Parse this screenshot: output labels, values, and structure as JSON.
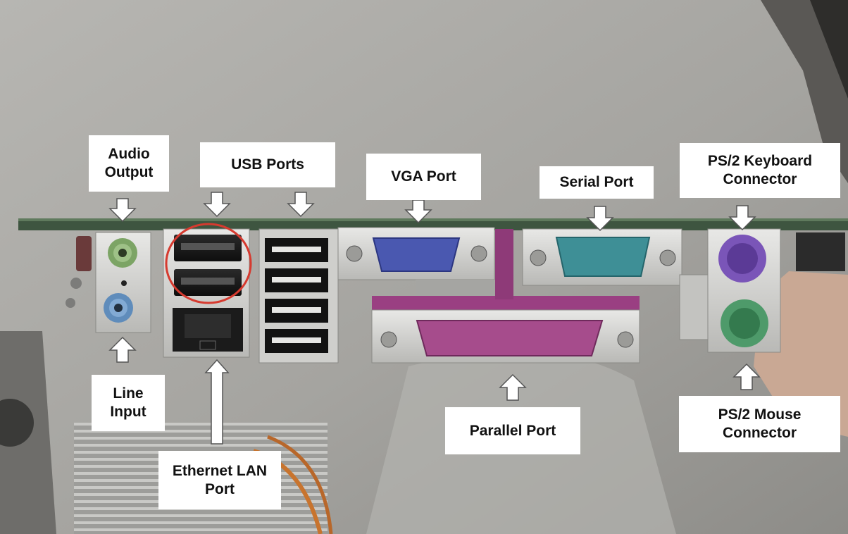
{
  "labels": {
    "audio_output": "Audio\nOutput",
    "usb_ports": "USB Ports",
    "vga_port": "VGA Port",
    "serial_port": "Serial Port",
    "ps2_keyboard": "PS/2 Keyboard\nConnector",
    "line_input": "Line\nInput",
    "ethernet_lan": "Ethernet LAN\nPort",
    "parallel_port": "Parallel Port",
    "ps2_mouse": "PS/2 Mouse\nConnector"
  },
  "colors": {
    "audio_output_jack": "#8fb377",
    "line_input_jack": "#6f99c3",
    "vga_connector": "#4a58b0",
    "serial_connector": "#3e8f96",
    "parallel_connector": "#a64c8c",
    "ps2_keyboard_port": "#7a55b8",
    "ps2_mouse_port": "#4e9a6a",
    "highlight_circle": "#d63a2f",
    "label_background": "#ffffff"
  },
  "highlight": "upper-usb-ports"
}
